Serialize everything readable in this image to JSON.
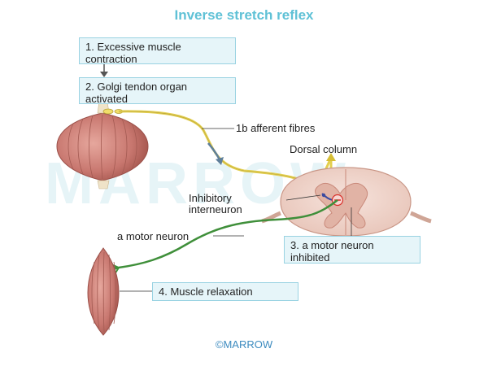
{
  "title": "Inverse stretch reflex",
  "steps": [
    {
      "lines": [
        "1. Excessive muscle",
        "contraction"
      ]
    },
    {
      "lines": [
        "2. Golgi tendon organ",
        "activated"
      ]
    },
    {
      "lines": [
        "3. a motor neuron",
        "inhibited"
      ]
    },
    {
      "lines": [
        "4. Muscle relaxation"
      ]
    }
  ],
  "labels": {
    "afferent": "1b afferent fibres",
    "dorsal_column": "Dorsal column",
    "interneuron": [
      "Inhibitory",
      "interneuron"
    ],
    "motor_neuron": "a motor neuron"
  },
  "watermark": "MARROW",
  "copyright": "©MARROW",
  "colors": {
    "title": "#5fc1d6",
    "box_fill": "#e6f5f9",
    "box_border": "#9ad3e2",
    "muscle": "#c8776f",
    "afferent_fibre": "#e3cf4f",
    "motor_fibre": "#3f8f3a",
    "spinal_cord": "#f1d7cf",
    "inhibitory_marker": "#d8302a"
  }
}
